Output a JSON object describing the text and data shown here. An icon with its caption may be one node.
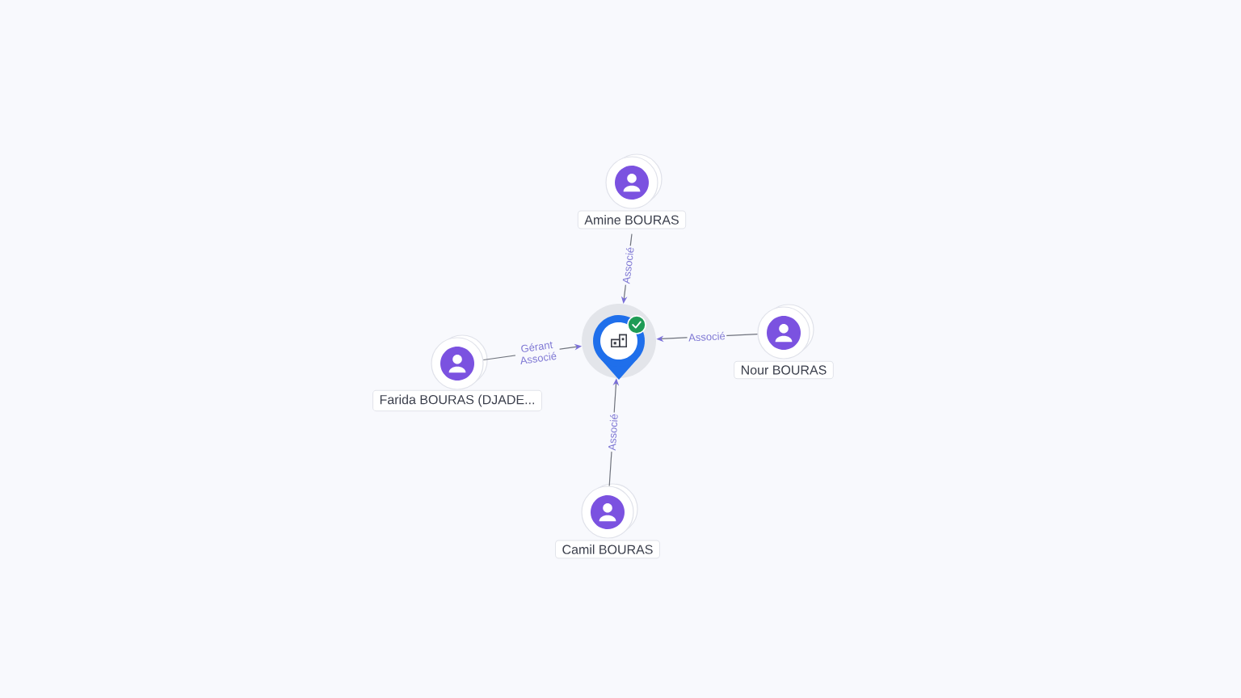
{
  "diagram": {
    "nodes": [
      {
        "text": [
          "Amine BOURAS"
        ]
      },
      {
        "text": [
          "Farida BOURAS (DJADE..."
        ]
      },
      {
        "text": [],
        "shape": "pin"
      },
      {
        "text": [
          "Nour BOURAS"
        ]
      },
      {
        "text": [
          "Camil BOURAS"
        ]
      }
    ],
    "edges": [
      {
        "from": 0,
        "to": 2,
        "arrow": "to",
        "label": "Associé"
      },
      {
        "from": 1,
        "to": 2,
        "arrow": "to",
        "label": "Gérant Associé"
      },
      {
        "from": 3,
        "to": 2,
        "arrow": "to",
        "label": "Associé"
      },
      {
        "from": 4,
        "to": 2,
        "arrow": "to",
        "label": "Associé"
      }
    ]
  }
}
